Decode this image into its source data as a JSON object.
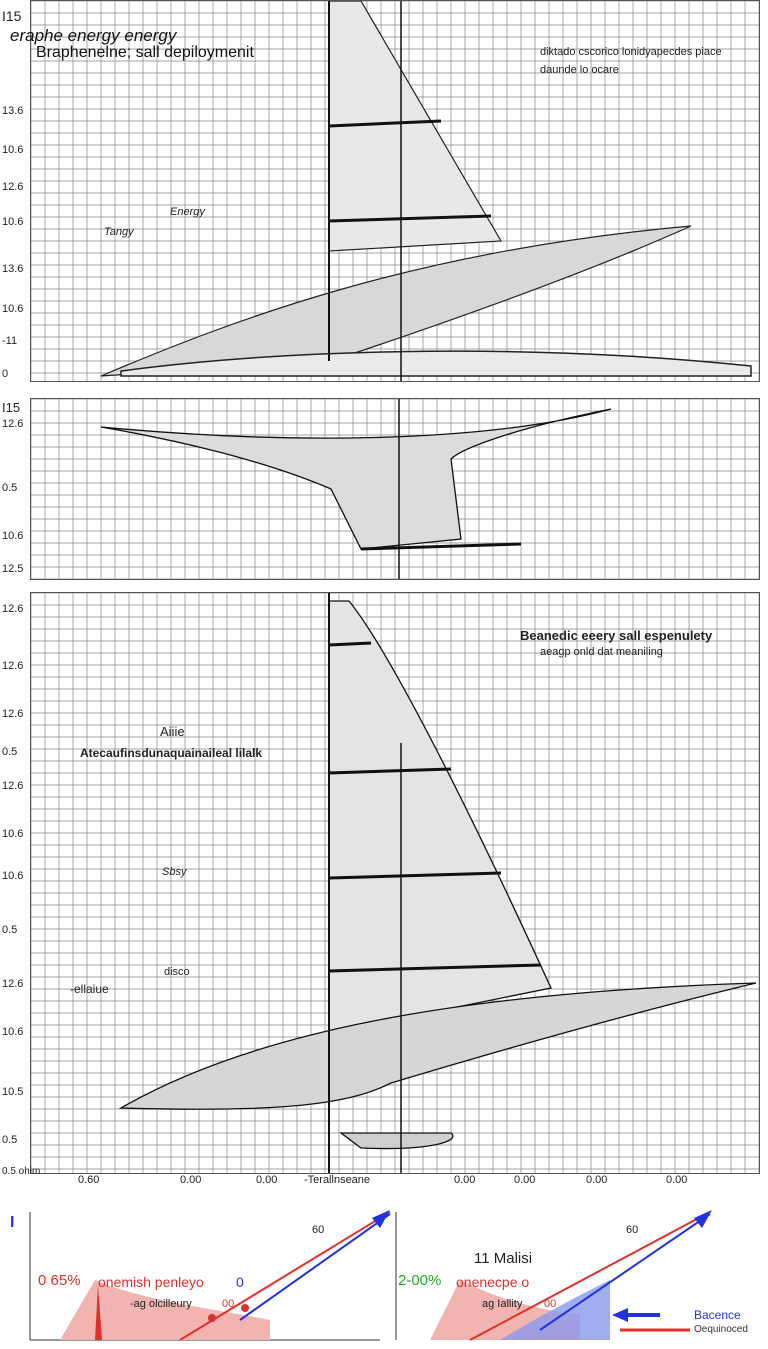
{
  "header": {
    "top_left_label": "I15",
    "title": "eraphe energy energy",
    "subtitle": "Braphenelne; sall depiloymenit",
    "note_right": "diktado cscorico lonidyapecdes piace",
    "note_right_sub": "daunde lo ocare"
  },
  "panel1": {
    "y_ticks": [
      "13.6",
      "10.6",
      "12.6",
      "10.6",
      "13.6",
      "10.6",
      "-11",
      "0"
    ],
    "labels": {
      "energy": "Energy",
      "tangy": "Tangy"
    }
  },
  "panel2": {
    "top_label": "I15",
    "y_ticks": [
      "12.6",
      "0.5",
      "10.6",
      "12.5"
    ]
  },
  "panel3": {
    "y_ticks": [
      "12.6",
      "12.6",
      "12.6",
      "0.5",
      "12.6",
      "10.6",
      "10.6",
      "0.5",
      "12.6",
      "10.6",
      "10.5",
      "0.5"
    ],
    "right_title": "Beanedic eeery sall espenulety",
    "right_sub": "aeagp onld dat meaniling",
    "label_aiiie": "Aiiie",
    "label_long": "Atecaufinsdunaquainaileal lilalk",
    "label_sbsy": "Sbsy",
    "label_disco": "disco",
    "label_left": "-ellaiue"
  },
  "x_axis": {
    "ticks": [
      "0.60",
      "0.00",
      "0.00",
      "-Terallnseane",
      "0.00",
      "0.00",
      "0.00",
      "0.00"
    ],
    "corner": "0.5 ohim"
  },
  "bottom": {
    "left_y_label": "I",
    "left_stat": "0 65%",
    "left_stat_text": "onemish penleyo",
    "left_sub": "-ag olcilleury",
    "left_sub_val": "00",
    "left_top": "60",
    "left_marker": "0",
    "right_title": "11 Malisi",
    "right_stat": "2-00%",
    "right_stat_text": "onenecpe o",
    "right_sub": "ag Iallity",
    "right_sub_val": "00",
    "right_top": "60",
    "legend_blue": "Bacence",
    "legend_red": "Oequinoced",
    "colors": {
      "red": "#e0302a",
      "blue": "#2233dd",
      "green": "#22aa22"
    }
  }
}
